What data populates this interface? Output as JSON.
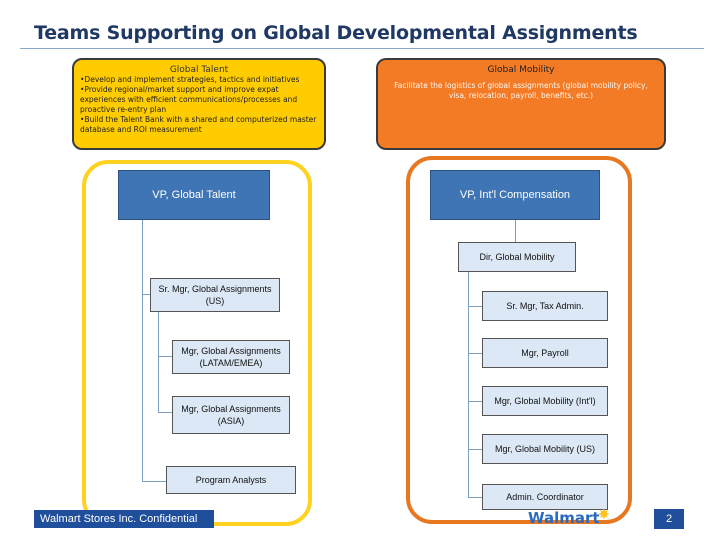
{
  "title": "Teams Supporting on Global Developmental Assignments",
  "global_talent": {
    "heading": "Global Talent",
    "bullets": [
      "•Develop and implement strategies, tactics and initiatives",
      "•Provide regional/market support and improve expat experiences with efficient communications/processes and proactive re-entry plan",
      "•Build the Talent Bank with a shared and computerized master database and ROI measurement"
    ]
  },
  "global_mobility": {
    "heading": "Global Mobility",
    "description": "Facilitate the logistics of global assignments (global mobility policy, visa, relocation, payroll, benefits, etc.)"
  },
  "left_org": {
    "vp": "VP, Global Talent",
    "boxes": [
      "Sr. Mgr, Global Assignments (US)",
      "Mgr, Global Assignments (LATAM/EMEA)",
      "Mgr, Global Assignments (ASIA)",
      "Program Analysts"
    ]
  },
  "right_org": {
    "vp": "VP, Int'l Compensation",
    "dir": "Dir, Global Mobility",
    "boxes": [
      "Sr. Mgr, Tax Admin.",
      "Mgr, Payroll",
      "Mgr, Global Mobility (Int'l)",
      "Mgr, Global Mobility (US)",
      "Admin. Coordinator"
    ]
  },
  "footer": {
    "confidential": "Walmart Stores Inc. Confidential",
    "logo": "Walmart",
    "page": "2"
  },
  "colors": {
    "global_talent": "#ffcc00",
    "global_mobility": "#f37b26",
    "vp_box": "#3f74b5",
    "sub_box": "#dce8f6"
  }
}
